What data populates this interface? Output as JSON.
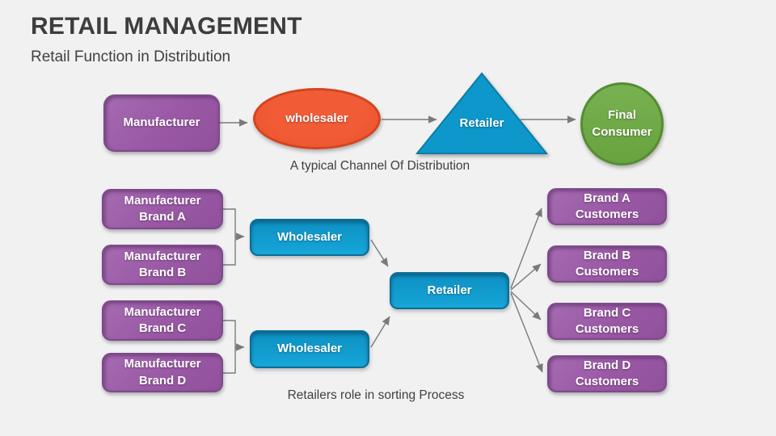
{
  "slide": {
    "title": "RETAIL MANAGEMENT",
    "subtitle": "Retail Function in Distribution",
    "background_color": "#f1f1f2"
  },
  "colors": {
    "purple_shape": "#9a58a5",
    "blue_shape": "#1197cb",
    "orange_shape": "#ec5434",
    "green_shape": "#70aa48",
    "connector_gray": "#7a7a7a",
    "text_dark": "#404040",
    "shape_text": "#ffffff"
  },
  "top_diagram": {
    "caption": "A typical Channel Of Distribution",
    "nodes": [
      {
        "label": "Manufacturer",
        "shape": "rounded-rectangle",
        "color": "purple"
      },
      {
        "label": "wholesaler",
        "shape": "ellipse",
        "color": "orange"
      },
      {
        "label": "Retailer",
        "shape": "triangle",
        "color": "blue"
      },
      {
        "label": "Final Consumer",
        "shape": "circle",
        "color": "green"
      }
    ]
  },
  "bottom_diagram": {
    "caption": "Retailers role in sorting Process",
    "manufacturers": [
      {
        "label": "Manufacturer Brand A"
      },
      {
        "label": "Manufacturer Brand B"
      },
      {
        "label": "Manufacturer Brand C"
      },
      {
        "label": "Manufacturer Brand D"
      }
    ],
    "wholesalers": [
      {
        "label": "Wholesaler"
      },
      {
        "label": "Wholesaler"
      }
    ],
    "retailer": {
      "label": "Retailer"
    },
    "customers": [
      {
        "label": "Brand A Customers"
      },
      {
        "label": "Brand B Customers"
      },
      {
        "label": "Brand C Customers"
      },
      {
        "label": "Brand D Customers"
      }
    ]
  }
}
